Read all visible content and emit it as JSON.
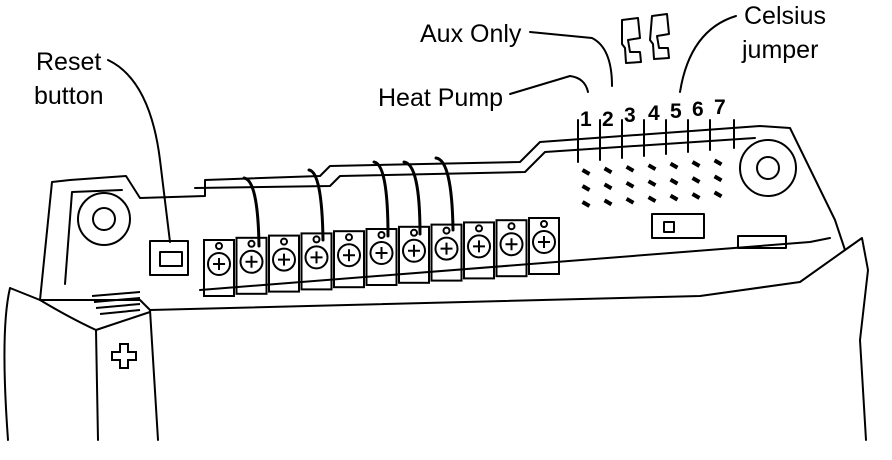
{
  "labels": {
    "reset_line1": "Reset",
    "reset_line2": "button",
    "aux_only": "Aux Only",
    "heat_pump": "Heat Pump",
    "celsius_line1": "Celsius",
    "celsius_line2": "jumper"
  },
  "jumper_numbers": [
    "1",
    "2",
    "3",
    "4",
    "5",
    "6",
    "7"
  ],
  "colors": {
    "ink": "#000000",
    "background": "#ffffff"
  }
}
